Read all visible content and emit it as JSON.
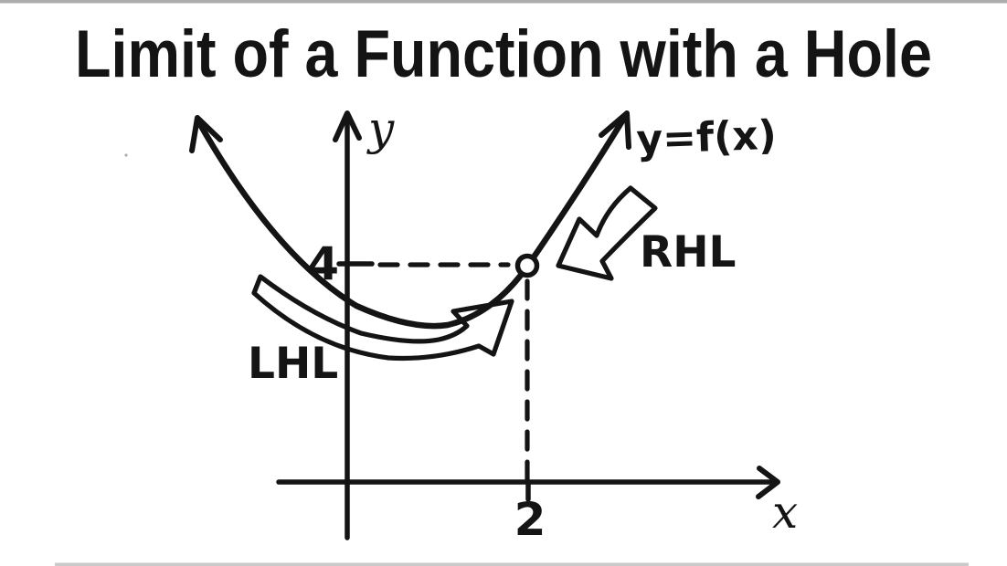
{
  "title": "Limit of a Function with a Hole",
  "colors": {
    "ink": "#141414",
    "background": "#ffffff"
  },
  "figure": {
    "curve_label": "y=f(x)",
    "x_axis_label": "x",
    "y_axis_label": "y",
    "y_tick_label": "4",
    "x_tick_label": "2",
    "left_limit_label": "LHL",
    "right_limit_label": "RHL"
  },
  "chart_data": {
    "type": "line",
    "title": "Limit of a Function with a Hole",
    "xlabel": "x",
    "ylabel": "y",
    "x_ticks": [
      2
    ],
    "y_ticks": [
      4
    ],
    "grid": false,
    "legend": "none",
    "series": [
      {
        "name": "y=f(x)",
        "style": "hand-drawn upward parabola with arrowheads on both ends",
        "x": [
          -1.68,
          -0.81,
          0.1,
          0.91,
          1.52,
          2.0,
          2.54,
          3.1
        ],
        "y": [
          6.75,
          4.2,
          3.27,
          2.88,
          3.36,
          4.0,
          5.39,
          6.83
        ]
      }
    ],
    "hole": {
      "x": 2,
      "y": 4,
      "marker": "open-circle"
    },
    "annotations": [
      {
        "label": "LHL",
        "arrow": "curved block arrow approaching the hole from the left along the curve"
      },
      {
        "label": "RHL",
        "arrow": "curved block arrow approaching the hole from the right along the curve"
      }
    ]
  }
}
